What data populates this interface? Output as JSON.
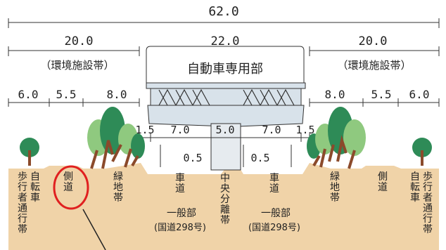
{
  "dimensions": {
    "total": "62.0",
    "left_zone": "20.0",
    "center_zone": "22.0",
    "right_zone": "20.0",
    "left_parts": [
      "6.0",
      "5.5",
      "8.0"
    ],
    "right_parts": [
      "8.0",
      "5.5",
      "6.0"
    ],
    "center_parts": [
      "1.5",
      "7.0",
      "5.0",
      "7.0",
      "1.5"
    ],
    "inner_left": "0.5",
    "inner_right": "0.5"
  },
  "zone_labels": {
    "left": "（環境施設帯）",
    "center": "自動車専用部",
    "right": "（環境施設帯）"
  },
  "ground_labels": {
    "walk_left": "歩行者通行帯",
    "bike_left": "自転車",
    "side_left": "側道",
    "green_left": "緑地帯",
    "road_left": "車道",
    "road_left_sub": "一般部",
    "road_left_route": "(国道298号)",
    "median": "中央分離帯",
    "road_right": "車道",
    "road_right_sub": "一般部",
    "road_right_route": "(国道298号)",
    "green_right": "緑地帯",
    "side_right": "側道",
    "bike_right": "自転車",
    "walk_right": "歩行者通行帯"
  },
  "colors": {
    "ground": "#f0d3a8",
    "tree_light": "#8fc97f",
    "tree_dark": "#2e8b57",
    "trunk": "#8b4a2b",
    "bridge": "#d8e2ea",
    "highlight": "#e02020"
  }
}
